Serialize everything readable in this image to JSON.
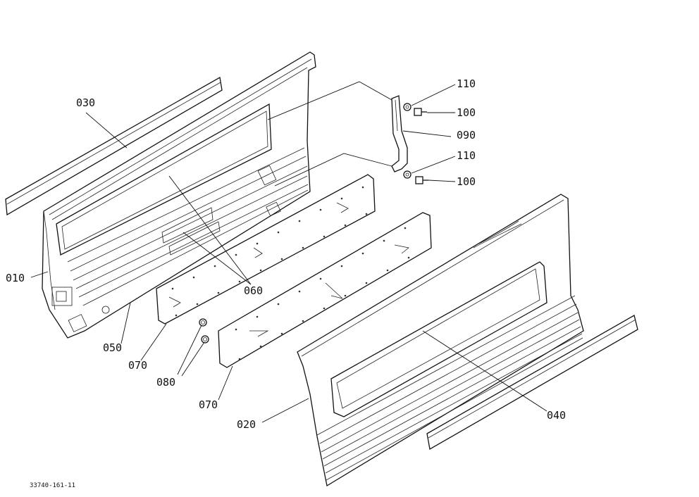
{
  "drawing_number": "33740-161-11",
  "callouts": {
    "c010": "010",
    "c020": "020",
    "c030": "030",
    "c040": "040",
    "c050": "050",
    "c060": "060",
    "c070a": "070",
    "c070b": "070",
    "c080": "080",
    "c090": "090",
    "c100a": "100",
    "c100b": "100",
    "c110a": "110",
    "c110b": "110"
  }
}
